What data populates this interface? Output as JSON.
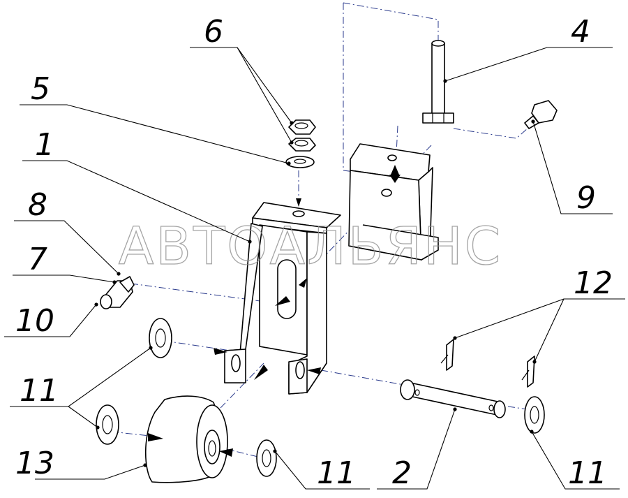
{
  "watermark": "АВТОАЛЬЯНС",
  "callouts": {
    "c1": "1",
    "c2": "2",
    "c4": "4",
    "c5": "5",
    "c6": "6",
    "c7": "7",
    "c8": "8",
    "c9": "9",
    "c10": "10",
    "c11a": "11",
    "c11b": "11",
    "c11c": "11",
    "c11d": "11",
    "c12": "12",
    "c13": "13"
  },
  "colors": {
    "line": "#000000",
    "axis": "#2a3a8c",
    "watermark": "#8f8f8f"
  }
}
